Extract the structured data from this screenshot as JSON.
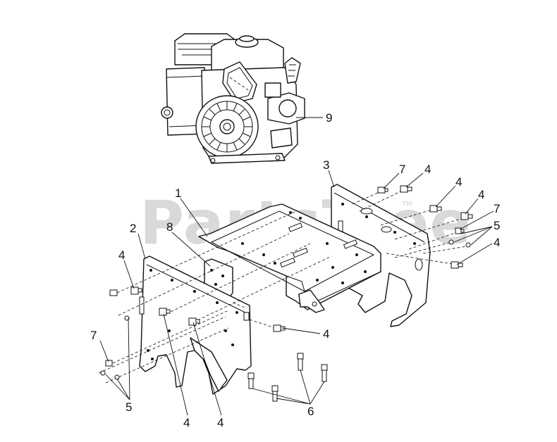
{
  "watermark": {
    "text": "PartsTree",
    "trademark": "TM"
  },
  "callouts": [
    {
      "id": "engine",
      "label": "9"
    },
    {
      "id": "plate-3",
      "label": "3"
    },
    {
      "id": "rt-7a",
      "label": "7"
    },
    {
      "id": "rt-4a",
      "label": "4"
    },
    {
      "id": "rt-4b",
      "label": "4"
    },
    {
      "id": "rt-4c",
      "label": "4"
    },
    {
      "id": "rt-7b",
      "label": "7"
    },
    {
      "id": "rt-5",
      "label": "5"
    },
    {
      "id": "rt-4d",
      "label": "4"
    },
    {
      "id": "frame-1",
      "label": "1"
    },
    {
      "id": "plate-2",
      "label": "2"
    },
    {
      "id": "part-8",
      "label": "8"
    },
    {
      "id": "lt-4a",
      "label": "4"
    },
    {
      "id": "lt-7",
      "label": "7"
    },
    {
      "id": "lt-5",
      "label": "5"
    },
    {
      "id": "mid-4",
      "label": "4"
    },
    {
      "id": "bot-4a",
      "label": "4"
    },
    {
      "id": "bot-4b",
      "label": "4"
    },
    {
      "id": "bot-6",
      "label": "6"
    }
  ]
}
